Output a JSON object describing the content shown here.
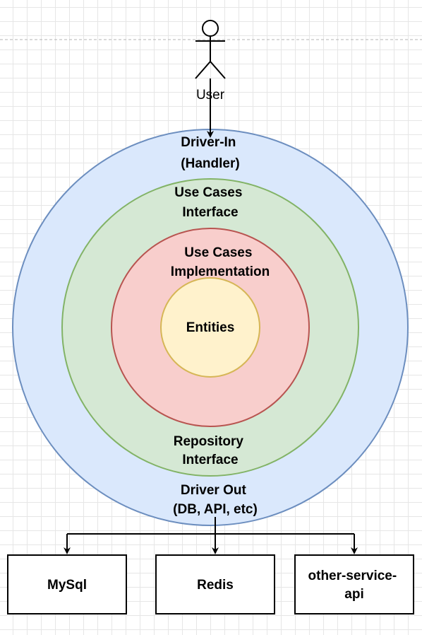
{
  "actor": {
    "label": "User"
  },
  "layers": [
    {
      "id": "driver-in",
      "lines": [
        "Driver-In",
        "(Handler)"
      ],
      "fill": "#dae8fc",
      "stroke": "#6c8ebf"
    },
    {
      "id": "use-cases-interface",
      "lines": [
        "Use Cases",
        "Interface"
      ],
      "fill": "#d5e8d4",
      "stroke": "#82b366"
    },
    {
      "id": "use-cases-implementation",
      "lines": [
        "Use Cases",
        "Implementation"
      ],
      "fill": "#f8cecc",
      "stroke": "#b85450"
    },
    {
      "id": "entities",
      "lines": [
        "Entities"
      ],
      "fill": "#fff2cc",
      "stroke": "#d6b656"
    }
  ],
  "repository": {
    "lines": [
      "Repository",
      "Interface"
    ]
  },
  "driver_out": {
    "lines": [
      "Driver Out",
      "(DB, API, etc)"
    ]
  },
  "boxes": [
    {
      "id": "mysql",
      "lines": [
        "MySql"
      ]
    },
    {
      "id": "redis",
      "lines": [
        "Redis"
      ]
    },
    {
      "id": "other-service-api",
      "lines": [
        "other-service-",
        "api"
      ]
    }
  ]
}
